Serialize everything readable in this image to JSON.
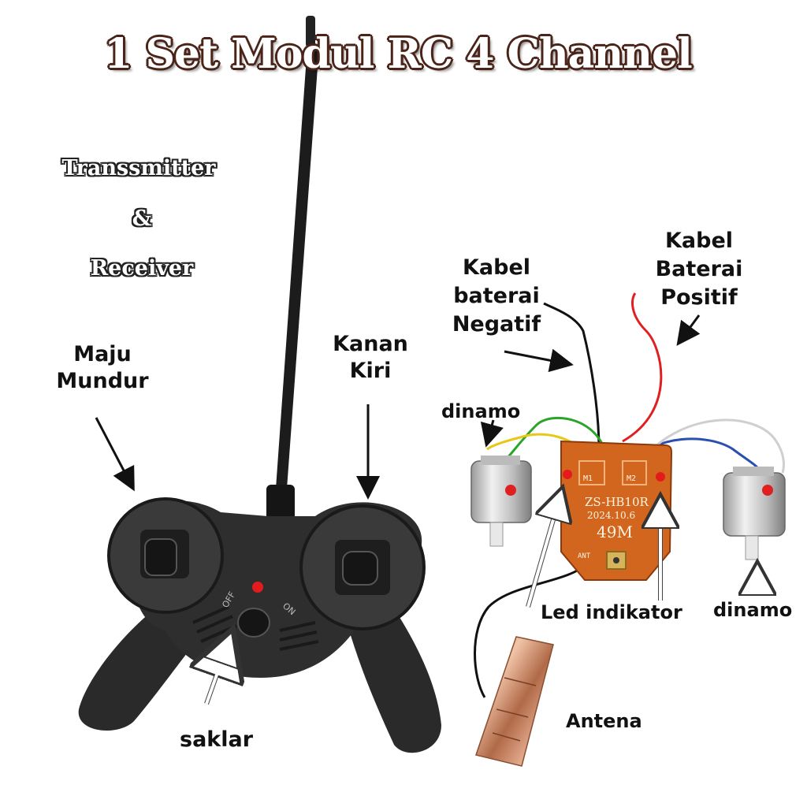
{
  "title": "1 Set Modul RC 4 Channel",
  "subtitle": {
    "line1": "Transsmitter",
    "line2": "&",
    "line3": "Receiver"
  },
  "labels": {
    "maju_mundur": [
      "Maju",
      "Mundur"
    ],
    "kanan_kiri": [
      "Kanan",
      "Kiri"
    ],
    "saklar": "saklar",
    "kabel_negatif": [
      "Kabel",
      "baterai",
      "Negatif"
    ],
    "kabel_positif": [
      "Kabel",
      "Baterai",
      "Positif"
    ],
    "dinamo_left": "dinamo",
    "dinamo_right": "dinamo",
    "led": "Led indikator",
    "antena": "Antena"
  },
  "board": {
    "model": "ZS-HB10R",
    "date": "2024.10.6",
    "freq": "49M",
    "pad1": "M1",
    "pad2": "M2",
    "pad3": "ANT"
  },
  "remote": {
    "off": "OFF",
    "on": "ON"
  },
  "colors": {
    "board": "#d2661f",
    "remote": "#2b2b2b",
    "wire_red": "#e02020",
    "wire_black": "#111111",
    "wire_green": "#2aa52a",
    "wire_yellow": "#e8c817",
    "wire_blue": "#2b4fb0"
  }
}
